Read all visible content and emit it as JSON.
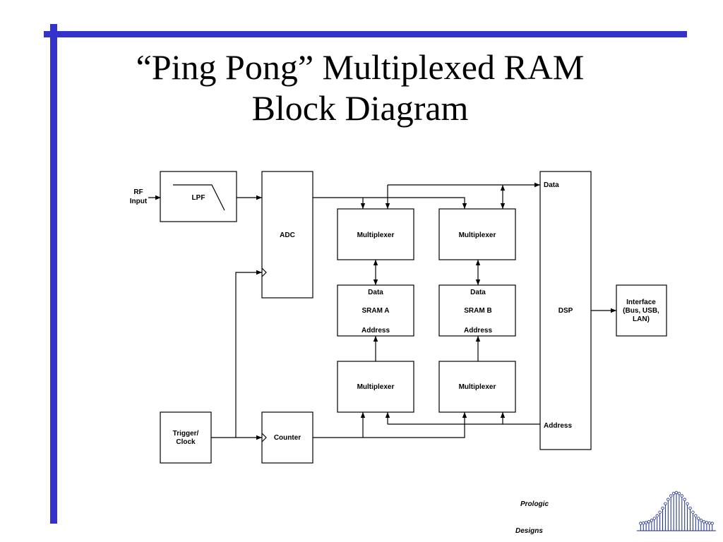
{
  "slide": {
    "title_line1": "“Ping Pong” Multiplexed RAM",
    "title_line2": "Block Diagram"
  },
  "colors": {
    "accent": "#3333cc",
    "logo": "#1a2a8c",
    "line": "#000000"
  },
  "diagram": {
    "rf_input_line1": "RF",
    "rf_input_line2": "Input",
    "lpf": "LPF",
    "adc": "ADC",
    "mux_top_a": "Multiplexer",
    "mux_top_b": "Multiplexer",
    "sram_a": {
      "data": "Data",
      "name": "SRAM A",
      "address": "Address"
    },
    "sram_b": {
      "data": "Data",
      "name": "SRAM B",
      "address": "Address"
    },
    "mux_bottom_a": "Multiplexer",
    "mux_bottom_b": "Multiplexer",
    "dsp": "DSP",
    "dsp_data": "Data",
    "dsp_address": "Address",
    "interface_line1": "Interface",
    "interface_line2": "(Bus, USB,",
    "interface_line3": "LAN)",
    "trigger_line1": "Trigger/",
    "trigger_line2": "Clock",
    "counter": "Counter"
  },
  "logo": {
    "line1": "Prologic",
    "line2": "Designs",
    "icon": "signal-burst-icon"
  }
}
